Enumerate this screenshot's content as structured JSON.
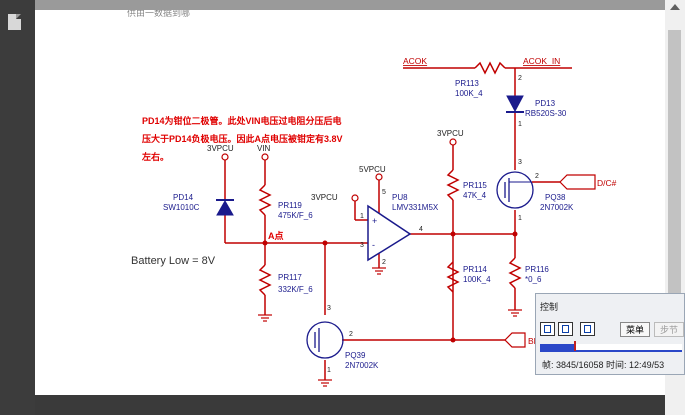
{
  "page": {
    "top_text": "供由一数据到哪"
  },
  "annotation": {
    "lines": [
      "PD14为钳位二极管。此处VIN电压过电阻分压后电",
      "压大于PD14负极电压。因此A点电压被钳定有3.8V",
      "左右。"
    ]
  },
  "battery_note": "Battery Low = 8V",
  "nets": {
    "acok": "ACOK",
    "acok_in": "ACOK_IN",
    "dc": "D/C#",
    "bl": "BL",
    "point_a": "A点",
    "vpcu1": "3VPCU",
    "vin": "VIN",
    "vpcu_op": "3VPCU",
    "vpcu5": "5VPCU",
    "vpcu_r": "3VPCU"
  },
  "parts": {
    "pr113": {
      "ref": "PR113",
      "val": "100K_4"
    },
    "pd13": {
      "ref": "PD13",
      "val": "RB520S-30"
    },
    "pd14": {
      "ref": "PD14",
      "val": "SW1010C"
    },
    "pr119": {
      "ref": "PR119",
      "val": "475K/F_6"
    },
    "pr117": {
      "ref": "PR117",
      "val": "332K/F_6"
    },
    "pu8": {
      "ref": "PU8",
      "val": "LMV331M5X"
    },
    "pr115": {
      "ref": "PR115",
      "val": "47K_4"
    },
    "pr114": {
      "ref": "PR114",
      "val": "100K_4"
    },
    "pr116": {
      "ref": "PR116",
      "val": "*0_6"
    },
    "pq38": {
      "ref": "PQ38",
      "val": "2N7002K"
    },
    "pq39": {
      "ref": "PQ39",
      "val": "2N7002K"
    }
  },
  "pins": {
    "p1": "1",
    "p2": "2",
    "p3": "3",
    "p4": "4",
    "p5": "5",
    "p2b": "2",
    "p1b": "1",
    "p3b": "3",
    "p2c": "2",
    "p1c": "1",
    "p3c": "3",
    "p2d": "2",
    "p1d": "1"
  },
  "control_panel": {
    "title": "控制",
    "menu_label": "菜单",
    "step_label": "步节",
    "progress": 0.24,
    "status": "帧: 3845/16058 时间: 12:49/53"
  },
  "colors": {
    "wire": "#c00000",
    "net": "#c00000",
    "part": "#1a1a8c",
    "annotation": "#e00000"
  }
}
